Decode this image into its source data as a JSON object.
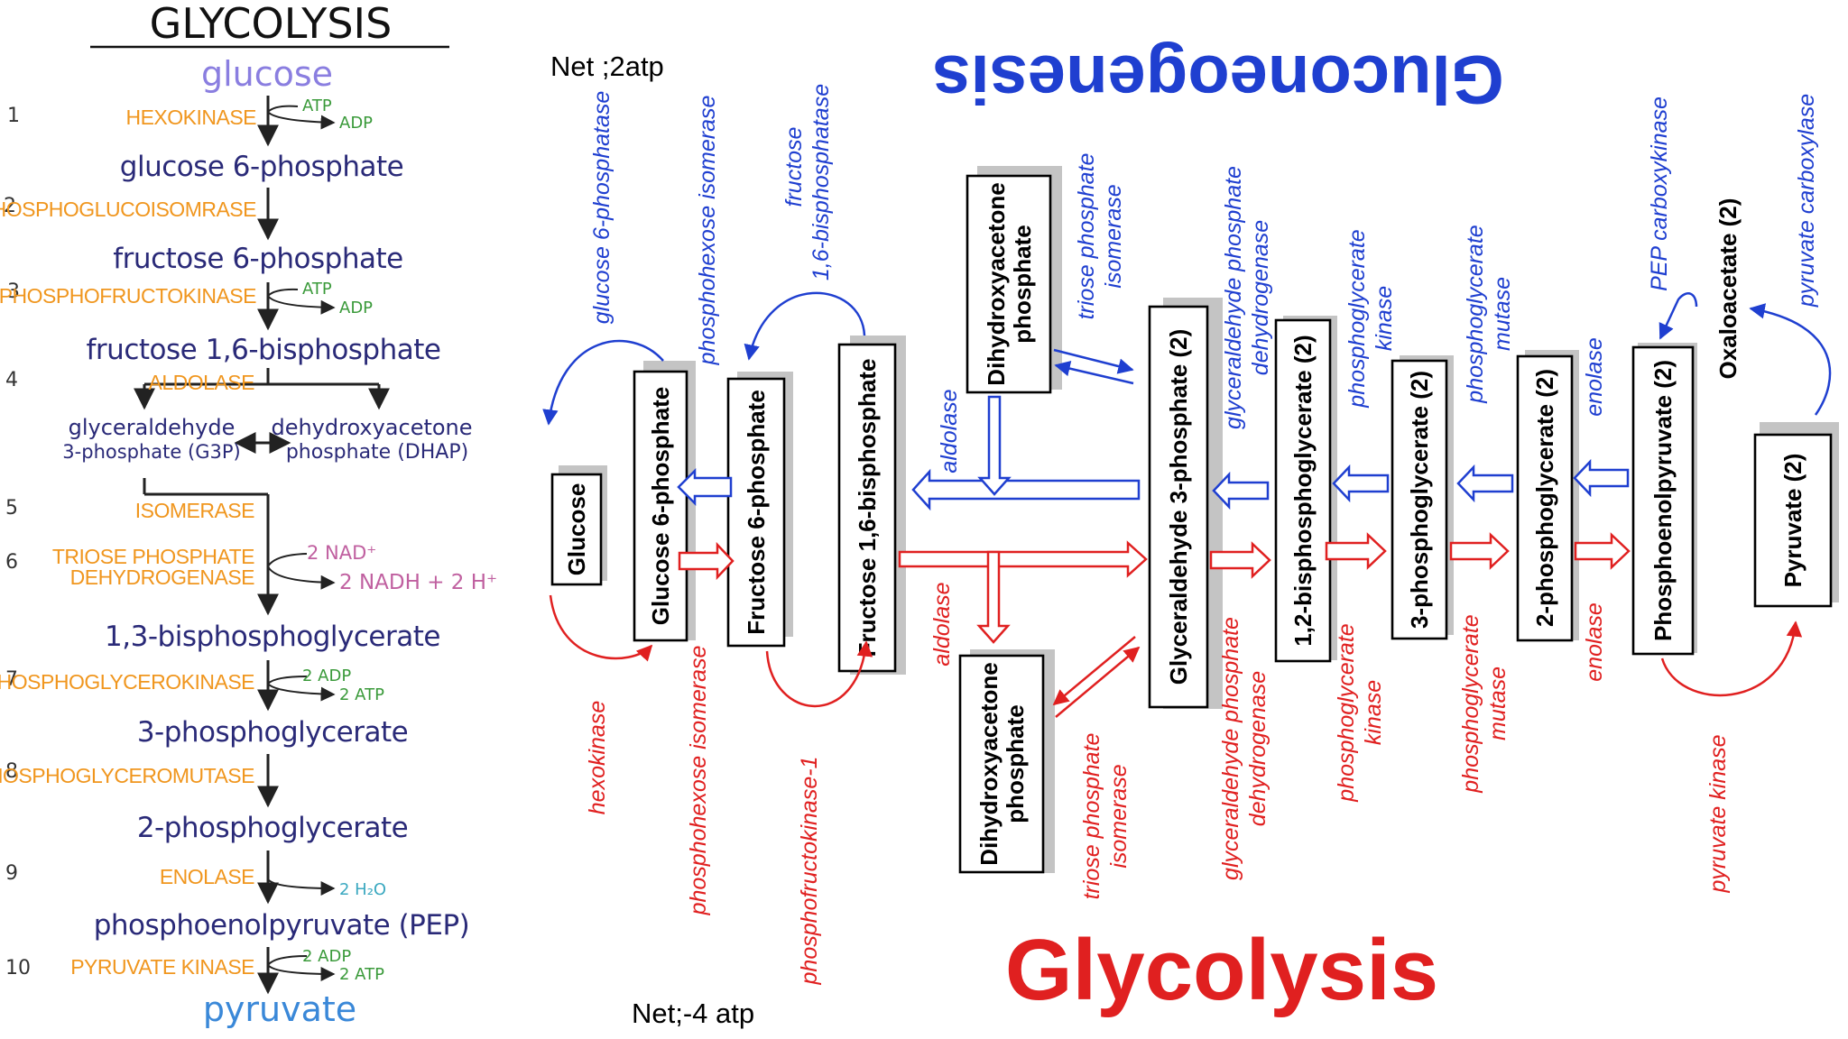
{
  "left_panel": {
    "title": "GLYCOLYSIS",
    "steps": [
      {
        "number": "1",
        "enzyme": "HEXOKINASE",
        "product": "glucose 6-phosphate",
        "cofactor_in": "ATP",
        "cofactor_out": "ADP"
      },
      {
        "number": "2",
        "enzyme": "PHOSPHOGLUCOISOMRASE",
        "product": "fructose 6-phosphate"
      },
      {
        "number": "3",
        "enzyme": "PHOSPHOFRUCTOKINASE",
        "product": "fructose 1,6-bisphosphate",
        "cofactor_in": "ATP",
        "cofactor_out": "ADP"
      },
      {
        "number": "4",
        "enzyme": "ALDOLASE"
      },
      {
        "number": "5",
        "enzyme": "ISOMERASE"
      },
      {
        "number": "6",
        "enzyme": "TRIOSE PHOSPHATE",
        "enzyme_line2": "DEHYDROGENASE",
        "product": "1,3-bisphosphoglycerate",
        "cofactor_in": "2 NAD⁺",
        "cofactor_out": "2 NADH + 2 H⁺"
      },
      {
        "number": "7",
        "enzyme": "PHOSPHOGLYCEROKINASE",
        "product": "3-phosphoglycerate",
        "cofactor_in": "2 ADP",
        "cofactor_out": "2 ATP"
      },
      {
        "number": "8",
        "enzyme": "PHOSPHOGLYCEROMUTASE",
        "product": "2-phosphoglycerate"
      },
      {
        "number": "9",
        "enzyme": "ENOLASE",
        "product": "phosphoenolpyruvate (PEP)",
        "cofactor_out": "2 H₂O"
      },
      {
        "number": "10",
        "enzyme": "PYRUVATE KINASE",
        "product": "pyruvate",
        "cofactor_in": "2 ADP",
        "cofactor_out": "2 ATP"
      }
    ],
    "start": "glucose",
    "g3p_line1": "glyceraldehyde",
    "g3p_line2": "3-phosphate (G3P)",
    "dhap_line1": "dehydroxyacetone",
    "dhap_line2": "phosphate (DHAP)"
  },
  "annotations": {
    "net_top": "Net ;2atp",
    "net_bottom": "Net;-4 atp"
  },
  "main_diagram": {
    "title_bottom": "Glycolysis",
    "title_top": "Gluconeogenesis",
    "colors": {
      "gluconeogenesis": "#1f3fd0",
      "glycolysis": "#e02020",
      "box_shadow": "#c4c4c4"
    },
    "boxes": {
      "glucose": "Glucose",
      "g6p": "Glucose 6-phosphate",
      "f6p": "Fructose 6-phosphate",
      "fbp": "Fructose 1,6-bisphosphate",
      "dhap_top_line1": "Dihydroxyacetone",
      "dhap_top_line2": "phosphate",
      "dhap_bottom_line1": "Dihydroxyacetone",
      "dhap_bottom_line2": "phosphate",
      "g3p": "Glyceraldehyde 3-phosphate (2)",
      "bpg13": "1,2-bisphosphoglycerate (2)",
      "pg3": "3-phosphoglycerate (2)",
      "pg2": "2-phosphoglycerate (2)",
      "pep": "Phosphoenolpyruvate (2)",
      "pyruvate": "Pyruvate (2)",
      "oxaloacetate": "Oxaloacetate (2)"
    },
    "blue_enzymes": {
      "g6pase": "glucose 6-phosphatase",
      "phi": "phosphohexose isomerase",
      "fbpase_line1": "fructose",
      "fbpase_line2": "1,6-bisphosphatase",
      "aldolase": "aldolase",
      "tpi_line1": "triose phosphate",
      "tpi_line2": "isomerase",
      "gapdh_line1": "glyceraldehyde phosphate",
      "gapdh_line2": "dehydrogenase",
      "pgk_line1": "phosphoglycerate",
      "pgk_line2": "kinase",
      "pgm_line1": "phosphoglycerate",
      "pgm_line2": "mutase",
      "enolase": "enolase",
      "pepck": "PEP carboxykinase",
      "pc": "pyruvate carboxylase"
    },
    "red_enzymes": {
      "hexokinase": "hexokinase",
      "phi": "phosphohexose isomerase",
      "pfk": "phosphofructokinase-1",
      "aldolase": "aldolase",
      "tpi_line1": "triose phosphate",
      "tpi_line2": "isomerase",
      "gapdh_line1": "glyceraldehyde phosphate",
      "gapdh_line2": "dehydrogenase",
      "pgk_line1": "phosphoglycerate",
      "pgk_line2": "kinase",
      "pgm_line1": "phosphoglycerate",
      "pgm_line2": "mutase",
      "enolase": "enolase",
      "pk": "pyruvate kinase"
    }
  }
}
